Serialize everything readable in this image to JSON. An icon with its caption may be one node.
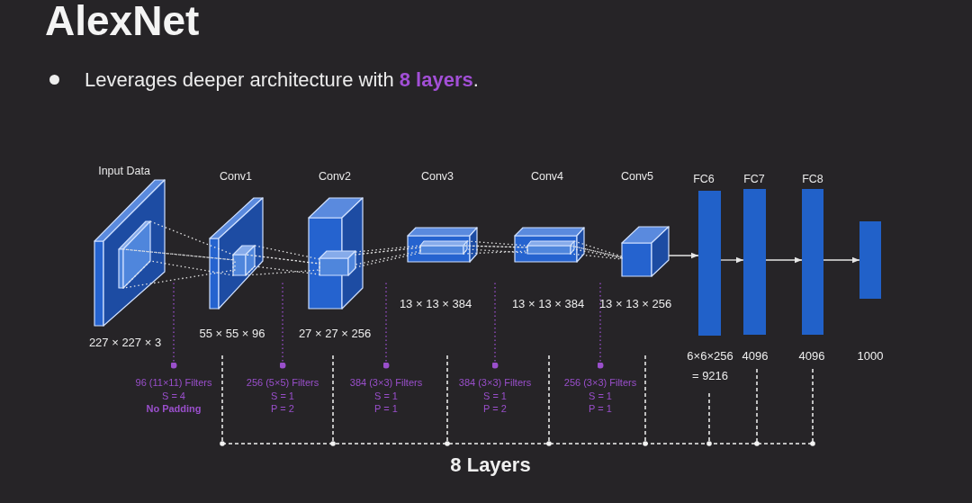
{
  "diagram": {
    "title": "AlexNet",
    "nodes": [
      {
        "text": [
          "Input Data"
        ],
        "beside": [
          "227 × 227 × 3"
        ]
      },
      {
        "text": [
          "Conv1"
        ],
        "beside": [
          "55 × 55 × 96"
        ]
      },
      {
        "text": [
          "Conv2"
        ],
        "beside": [
          "27 × 27 × 256"
        ]
      },
      {
        "text": [
          "Conv3"
        ],
        "beside": [
          "13 × 13 × 384"
        ]
      },
      {
        "text": [
          "Conv4"
        ],
        "beside": [
          "13 × 13 × 384"
        ]
      },
      {
        "text": [
          "Conv5"
        ],
        "beside": [
          "13 × 13 × 256"
        ]
      },
      {
        "text": [
          "FC6"
        ],
        "beside": [
          "6×6×256 = 9216"
        ]
      },
      {
        "text": [
          "FC7"
        ],
        "beside": [
          "4096"
        ]
      },
      {
        "text": [
          "FC8"
        ],
        "beside": [
          "4096"
        ]
      },
      {
        "text": [],
        "shape": "bar"
      },
      {
        "text": [
          "96 (11×11) Filters",
          "S = 4",
          "No Padding"
        ]
      },
      {
        "text": [
          "256 (5×5) Filters",
          "S = 1",
          "P = 2"
        ]
      },
      {
        "text": [
          "384 (3×3) Filters",
          "S = 1",
          "P = 1"
        ]
      },
      {
        "text": [
          "384 (3×3) Filters",
          "S = 1",
          "P = 2"
        ]
      },
      {
        "text": [
          "256 (3×3) Filters",
          "S = 1",
          "P = 1"
        ]
      }
    ],
    "edges": [
      {
        "from": 0,
        "to": 1,
        "arrow": "none",
        "style": "dashed"
      },
      {
        "from": 1,
        "to": 2,
        "arrow": "none",
        "style": "dashed"
      },
      {
        "from": 2,
        "to": 3,
        "arrow": "none",
        "style": "dashed"
      },
      {
        "from": 3,
        "to": 4,
        "arrow": "none",
        "style": "dashed"
      },
      {
        "from": 4,
        "to": 5,
        "arrow": "none",
        "style": "dashed"
      },
      {
        "from": 5,
        "to": 6,
        "arrow": "to"
      },
      {
        "from": 6,
        "to": 7,
        "arrow": "to"
      },
      {
        "from": 7,
        "to": 8,
        "arrow": "to"
      },
      {
        "from": 8,
        "to": 9,
        "arrow": "to"
      },
      {
        "from": 10,
        "to": null,
        "arrow": "other",
        "style": "dashed",
        "color": "#9a4fcc"
      },
      {
        "from": 11,
        "to": null,
        "arrow": "other",
        "style": "dashed",
        "color": "#9a4fcc"
      },
      {
        "from": 12,
        "to": null,
        "arrow": "other",
        "style": "dashed",
        "color": "#9a4fcc"
      },
      {
        "from": 13,
        "to": null,
        "arrow": "other",
        "style": "dashed",
        "color": "#9a4fcc"
      },
      {
        "from": 14,
        "to": null,
        "arrow": "other",
        "style": "dashed",
        "color": "#9a4fcc"
      }
    ],
    "labels": [
      "Leverages deeper architecture with **8 layers**.",
      "1000",
      "8 Layers"
    ]
  }
}
